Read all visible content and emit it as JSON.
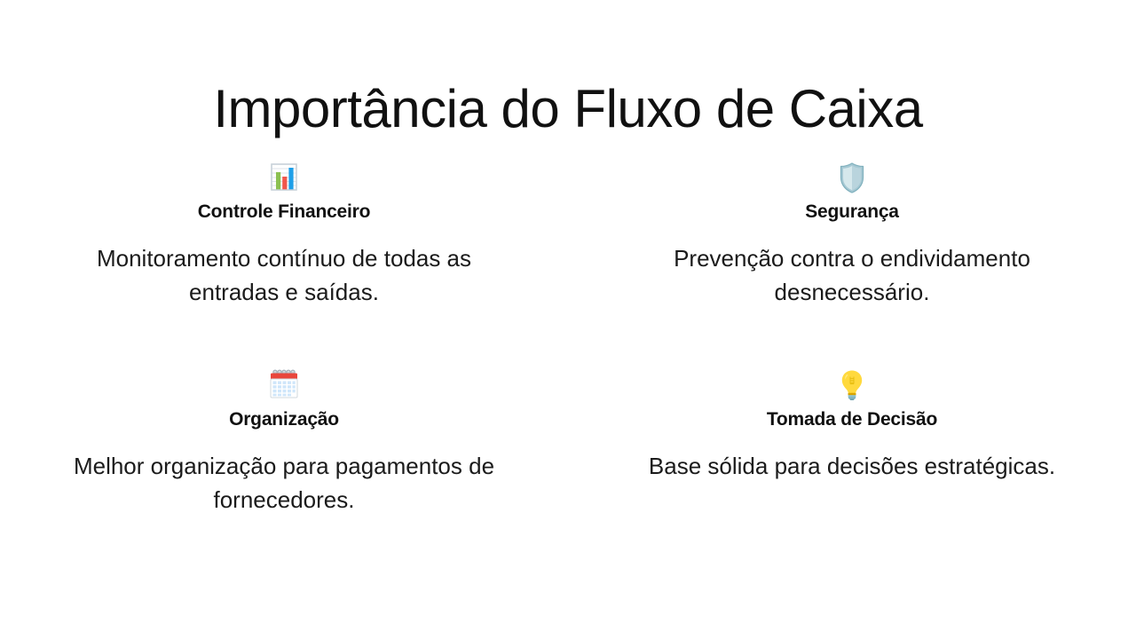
{
  "slide": {
    "title": "Importância do Fluxo de Caixa",
    "background_color": "#ffffff",
    "text_color": "#111111"
  },
  "cards": [
    {
      "icon": "bar-chart-icon",
      "heading": "Controle Financeiro",
      "body": "Monitoramento contínuo de todas as entradas e saídas."
    },
    {
      "icon": "shield-icon",
      "heading": "Segurança",
      "body": "Prevenção contra o endividamento desnecessário."
    },
    {
      "icon": "calendar-icon",
      "heading": "Organização",
      "body": "Melhor organização para pagamentos de fornecedores."
    },
    {
      "icon": "lightbulb-icon",
      "heading": "Tomada de Decisão",
      "body": "Base sólida para decisões estratégicas."
    }
  ],
  "colors": {
    "bar_green": "#8cc152",
    "bar_red": "#f2564b",
    "bar_blue": "#1e9fe8",
    "chart_grid": "#c9d2da",
    "shield_light": "#d6e8ec",
    "shield_mid": "#a7c9d4",
    "shield_edge": "#7fb0bd",
    "calendar_red": "#e9463c",
    "calendar_grid": "#9ec9ef",
    "calendar_cell": "#cfe6fa",
    "calendar_ring": "#b9c2c9",
    "bulb_yellow": "#ffd93d",
    "bulb_highlight": "#ffe97a",
    "bulb_base": "#7fb3c0"
  }
}
